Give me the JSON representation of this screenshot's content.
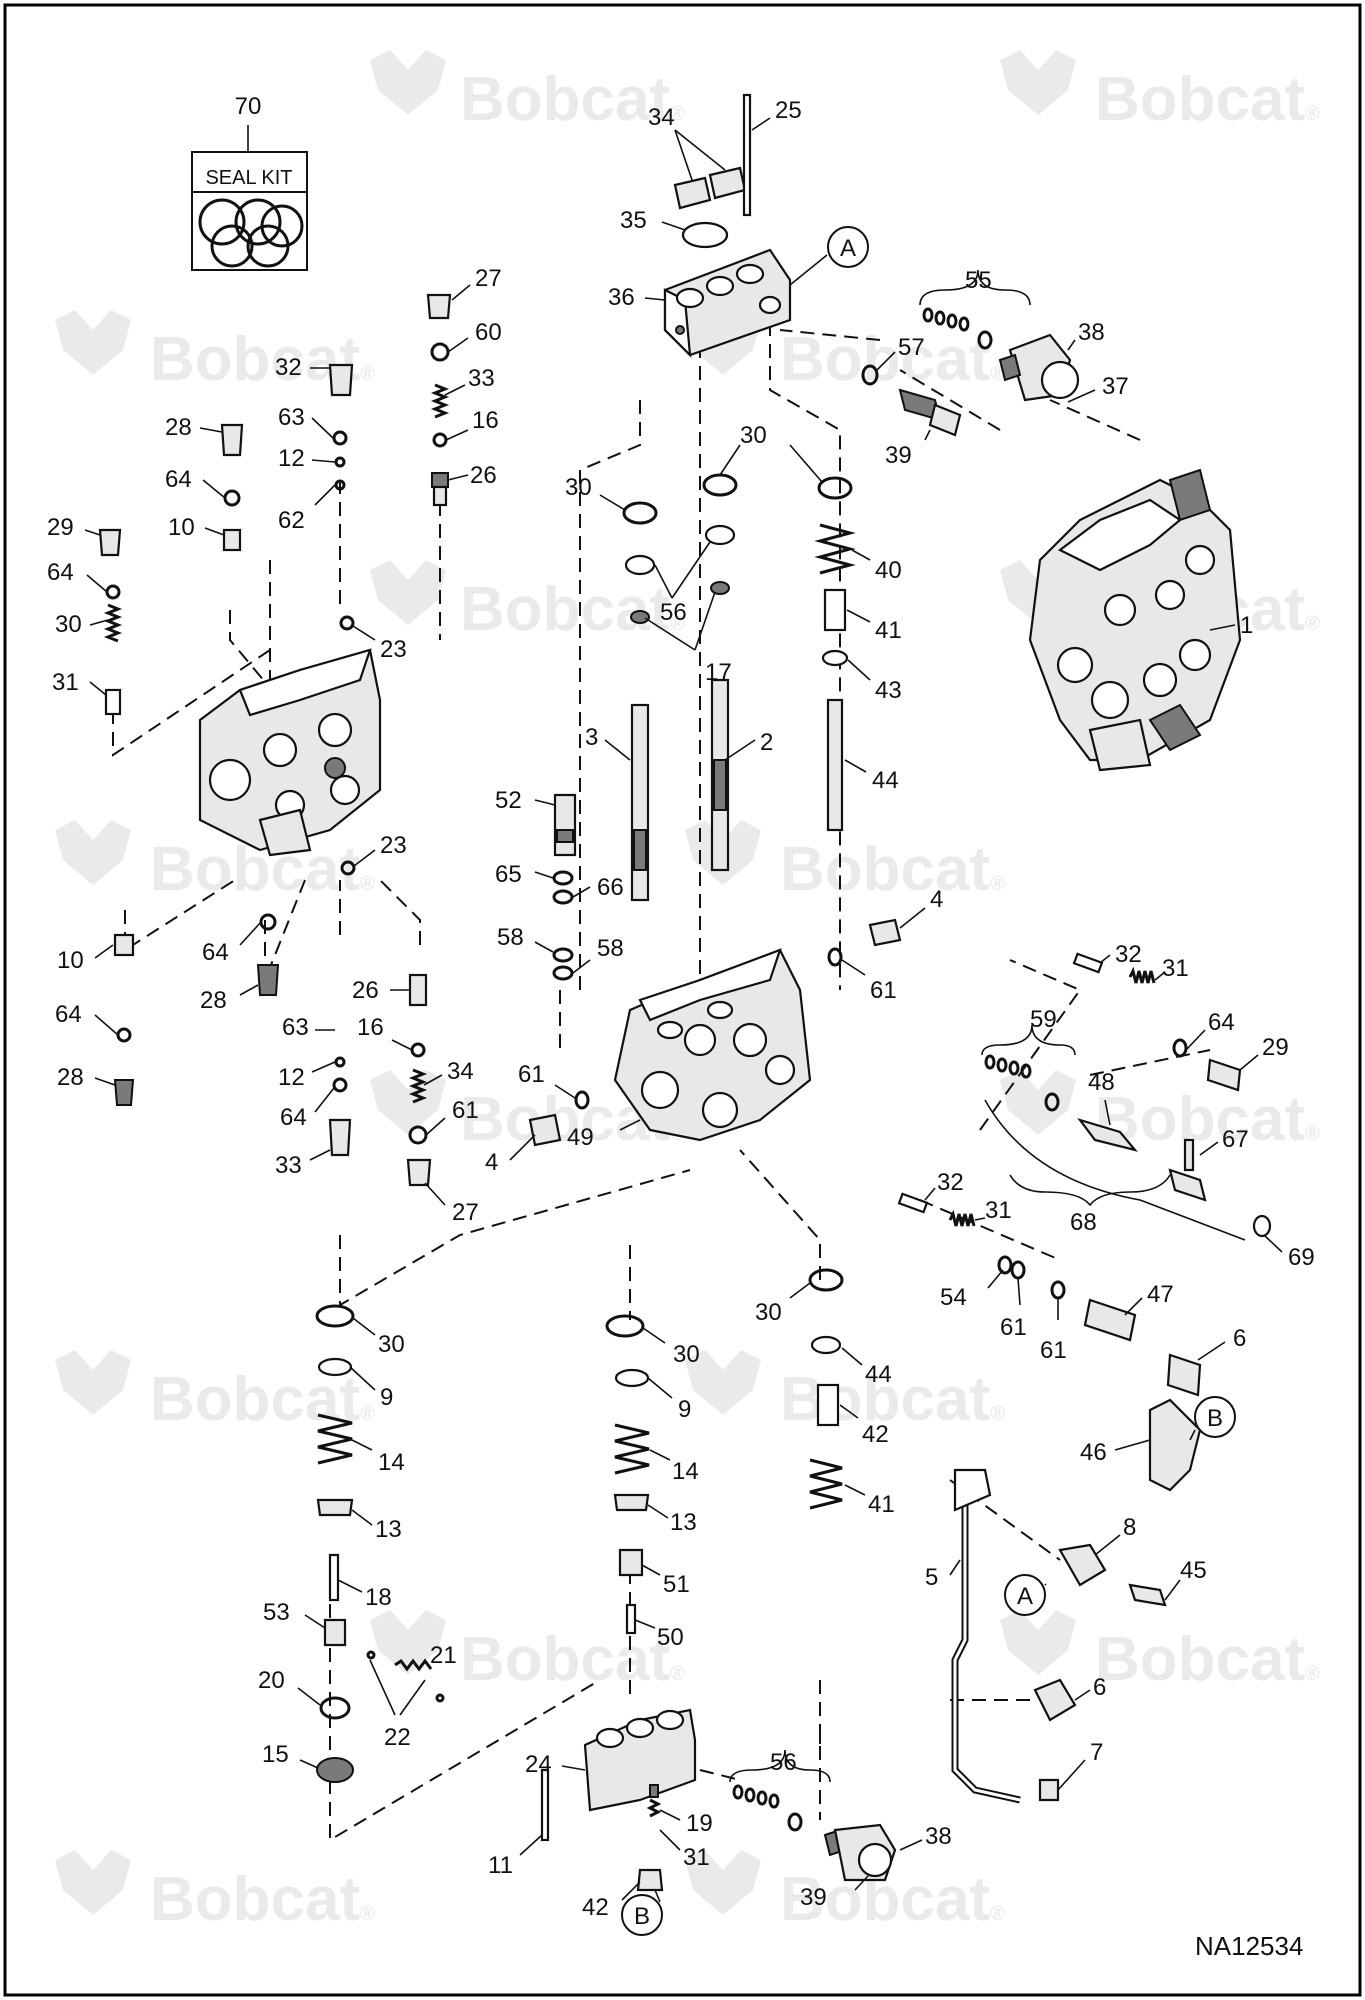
{
  "drawing_id": "NA12534",
  "seal_kit": {
    "title": "SEAL KIT",
    "number": "70"
  },
  "watermark": {
    "brand": "Bobcat",
    "registered": "®",
    "color": "#d9d9d9"
  },
  "reference_letters": [
    "A",
    "B"
  ],
  "callouts": [
    "1",
    "2",
    "3",
    "4",
    "4",
    "5",
    "6",
    "6",
    "7",
    "8",
    "9",
    "9",
    "10",
    "10",
    "11",
    "12",
    "12",
    "13",
    "13",
    "14",
    "14",
    "15",
    "16",
    "16",
    "17",
    "18",
    "19",
    "20",
    "21",
    "22",
    "23",
    "23",
    "24",
    "25",
    "26",
    "26",
    "27",
    "27",
    "28",
    "28",
    "28",
    "29",
    "29",
    "30",
    "30",
    "30",
    "30",
    "30",
    "30",
    "31",
    "31",
    "31",
    "31",
    "32",
    "32",
    "32",
    "33",
    "33",
    "34",
    "34",
    "35",
    "36",
    "37",
    "38",
    "38",
    "39",
    "39",
    "40",
    "41",
    "41",
    "42",
    "42",
    "43",
    "44",
    "44",
    "45",
    "46",
    "47",
    "48",
    "49",
    "50",
    "51",
    "52",
    "53",
    "54",
    "55",
    "56",
    "56",
    "57",
    "58",
    "58",
    "59",
    "60",
    "61",
    "61",
    "61",
    "61",
    "61",
    "62",
    "63",
    "63",
    "64",
    "64",
    "64",
    "64",
    "64",
    "64",
    "65",
    "66",
    "67",
    "68",
    "69"
  ]
}
